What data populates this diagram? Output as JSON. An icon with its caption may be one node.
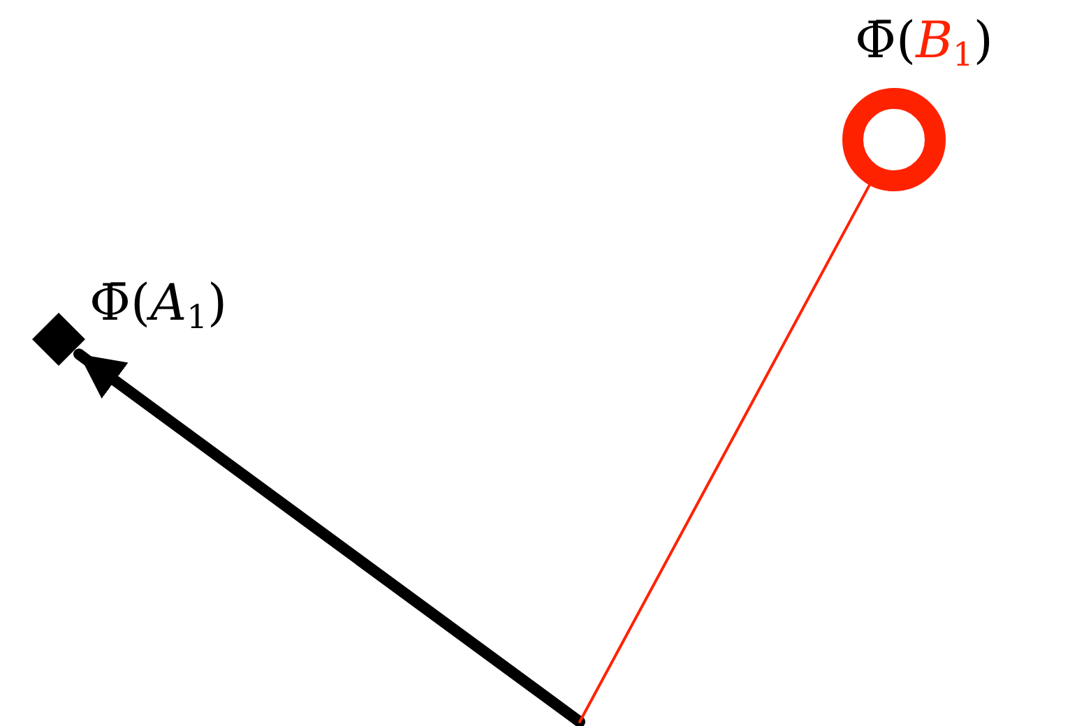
{
  "diagram": {
    "nodes": [
      {
        "text": [
          "Φ̄(*A*$_{1}$)"
        ]
      },
      {
        "text": [
          "Φ̄(*B*$_{1}$)"
        ]
      }
    ],
    "edges": [
      {
        "from": null,
        "to": 0,
        "arrow": "to",
        "style": "thick"
      },
      {
        "from": null,
        "to": 1,
        "arrow": "none",
        "color": "#ff2200"
      }
    ]
  }
}
